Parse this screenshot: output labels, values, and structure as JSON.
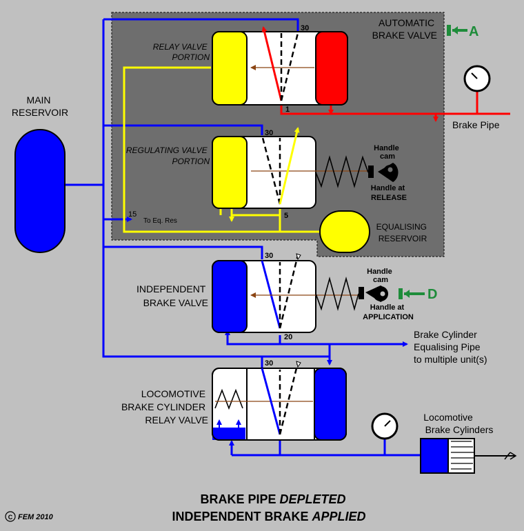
{
  "labels": {
    "main_reservoir": [
      "MAIN",
      "RESERVOIR"
    ],
    "automatic_brake_valve": [
      "AUTOMATIC",
      "BRAKE VALVE"
    ],
    "marker_a": "A",
    "relay_valve_portion": [
      "RELAY VALVE",
      "PORTION"
    ],
    "regulating_valve_portion": [
      "REGULATING VALVE",
      "PORTION"
    ],
    "brake_pipe": "Brake Pipe",
    "handle_cam_1": [
      "Handle",
      "cam"
    ],
    "handle_at_release": [
      "Handle at",
      "RELEASE"
    ],
    "to_eq_res": "To Eq. Res",
    "equalising_reservoir": [
      "EQUALISING",
      "RESERVOIR"
    ],
    "independent_brake_valve": [
      "INDEPENDENT",
      "BRAKE VALVE"
    ],
    "handle_cam_2": [
      "Handle",
      "cam"
    ],
    "handle_at_application": [
      "Handle at",
      "APPLICATION"
    ],
    "marker_d": "D",
    "bc_equalising_pipe": [
      "Brake Cylinder",
      "Equalising Pipe",
      "to multiple unit(s)"
    ],
    "loco_bc_relay_valve": [
      "LOCOMOTIVE",
      "BRAKE CYLINDER",
      "RELAY VALVE"
    ],
    "loco_brake_cylinders": [
      "Locomotive",
      "Brake Cylinders"
    ],
    "copyright": "FEM 2010",
    "copyright_symbol": "C",
    "title_line1_a": "BRAKE PIPE ",
    "title_line1_b": "DEPLETED",
    "title_line2_a": "INDEPENDENT BRAKE ",
    "title_line2_b": "APPLIED"
  },
  "ports": {
    "relay_top": "30",
    "relay_bottom": "1",
    "reg_top": "30",
    "reg_bottom": "5",
    "reg_side": "15",
    "reg_eq": "5",
    "ind_top": "30",
    "ind_bottom": "20",
    "lbcr_top": "30"
  },
  "colors": {
    "background": "#c0c0c0",
    "panel": "#6e6e6e",
    "main_reservoir": "#0000ff",
    "brake_pipe": "#ff0000",
    "equalising": "#ffff00",
    "brake_cylinder": "#0000ff",
    "marker": "#1e8c3a",
    "leader": "#8b4513"
  }
}
